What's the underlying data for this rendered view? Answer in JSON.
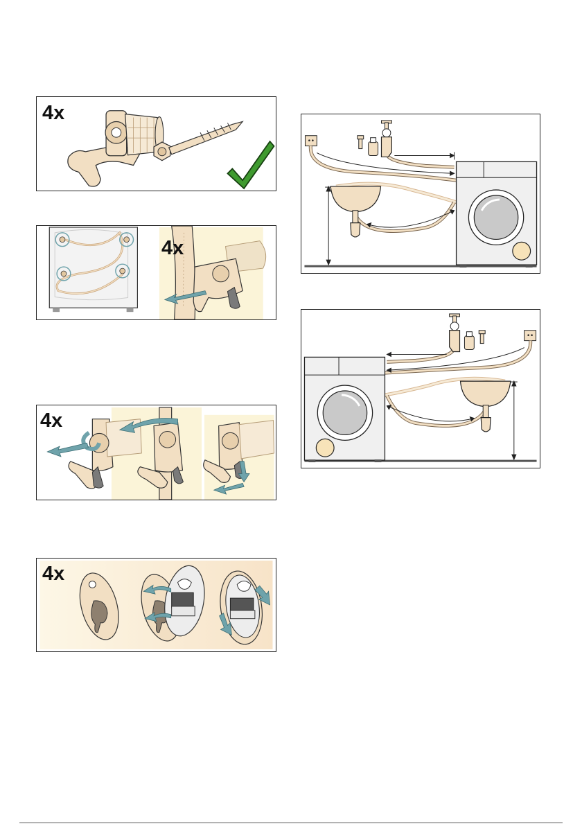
{
  "panels": {
    "transport_bolts": {
      "quantity": "4x"
    },
    "hose_release": {
      "quantity": "4x"
    },
    "bolt_removal": {
      "quantity": "4x"
    },
    "cover_caps": {
      "quantity": "4x"
    }
  },
  "colors": {
    "beige": "#f2dfc3",
    "beige_dark": "#c9a57c",
    "arrow_blue": "#6fa3ab",
    "cream_bg": "#fbf4d8",
    "hose": "#e0c6a2",
    "appliance_gray": "#f0f0f0",
    "check_green": "#3f9a2f",
    "floor": "#555555"
  }
}
